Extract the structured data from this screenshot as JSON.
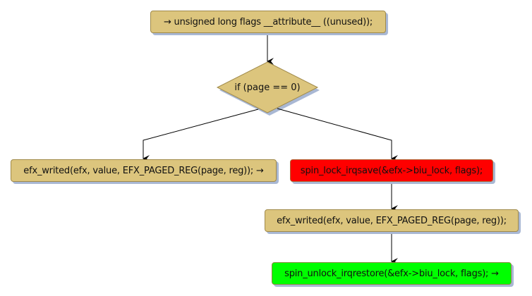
{
  "diagram": {
    "type": "flowchart",
    "nodes": [
      {
        "id": "start",
        "kind": "process",
        "label": "→ unsigned long flags __attribute__ ((unused));",
        "color": "#dcc57d"
      },
      {
        "id": "cond",
        "kind": "decision",
        "label": "if (page == 0)",
        "color": "#dcc57d"
      },
      {
        "id": "left",
        "kind": "process",
        "label": "efx_writed(efx, value, EFX_PAGED_REG(page, reg)); →",
        "color": "#dcc57d"
      },
      {
        "id": "lock",
        "kind": "process",
        "label": "spin_lock_irqsave(&efx->biu_lock, flags);",
        "color": "#ff0000"
      },
      {
        "id": "write",
        "kind": "process",
        "label": "efx_writed(efx, value, EFX_PAGED_REG(page, reg));",
        "color": "#dcc57d"
      },
      {
        "id": "unlock",
        "kind": "process",
        "label": "spin_unlock_irqrestore(&efx->biu_lock, flags); →",
        "color": "#00ff00"
      }
    ],
    "edges": [
      {
        "from": "start",
        "to": "cond"
      },
      {
        "from": "cond",
        "to": "left"
      },
      {
        "from": "cond",
        "to": "lock"
      },
      {
        "from": "lock",
        "to": "write"
      },
      {
        "from": "write",
        "to": "unlock"
      }
    ]
  }
}
